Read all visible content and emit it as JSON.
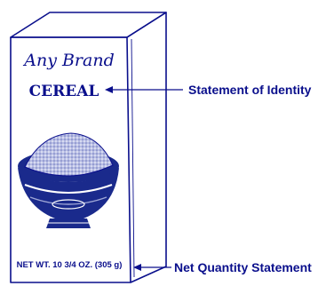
{
  "box": {
    "brand": "Any Brand",
    "product": "CEREAL",
    "net_weight": "NET WT. 10 3/4 OZ. (305 g)"
  },
  "callouts": {
    "identity": "Statement of Identity",
    "net_quantity": "Net Quantity Statement"
  },
  "colors": {
    "ink": "#0a0f8c",
    "background": "#ffffff",
    "bowl": "#1a2a8c",
    "cereal": "#9ea6d6"
  }
}
